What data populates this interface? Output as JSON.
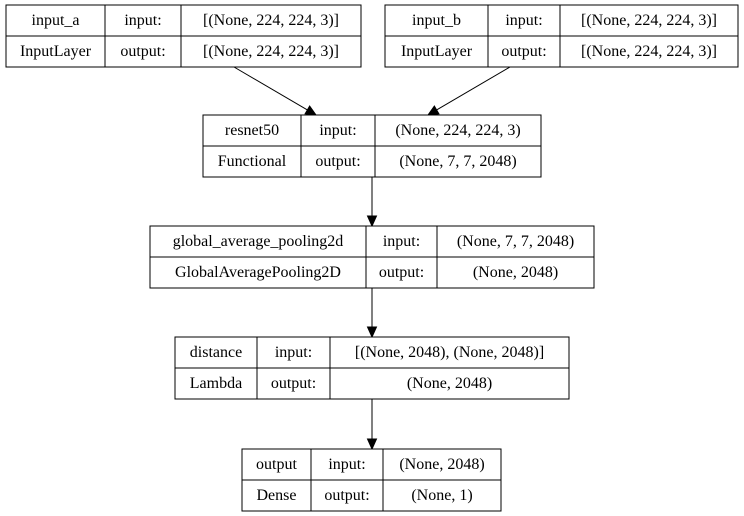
{
  "nodes": [
    {
      "id": "input_a",
      "name": "input_a",
      "type": "InputLayer",
      "input_label": "input:",
      "output_label": "output:",
      "input_shape": "[(None, 224, 224, 3)]",
      "output_shape": "[(None, 224, 224, 3)]"
    },
    {
      "id": "input_b",
      "name": "input_b",
      "type": "InputLayer",
      "input_label": "input:",
      "output_label": "output:",
      "input_shape": "[(None, 224, 224, 3)]",
      "output_shape": "[(None, 224, 224, 3)]"
    },
    {
      "id": "resnet50",
      "name": "resnet50",
      "type": "Functional",
      "input_label": "input:",
      "output_label": "output:",
      "input_shape": "(None, 224, 224, 3)",
      "output_shape": "(None, 7, 7, 2048)"
    },
    {
      "id": "gap",
      "name": "global_average_pooling2d",
      "type": "GlobalAveragePooling2D",
      "input_label": "input:",
      "output_label": "output:",
      "input_shape": "(None, 7, 7, 2048)",
      "output_shape": "(None, 2048)"
    },
    {
      "id": "distance",
      "name": "distance",
      "type": "Lambda",
      "input_label": "input:",
      "output_label": "output:",
      "input_shape": "[(None, 2048), (None, 2048)]",
      "output_shape": "(None, 2048)"
    },
    {
      "id": "output",
      "name": "output",
      "type": "Dense",
      "input_label": "input:",
      "output_label": "output:",
      "input_shape": "(None, 2048)",
      "output_shape": "(None, 1)"
    }
  ],
  "edges": [
    {
      "from": "input_a",
      "to": "resnet50"
    },
    {
      "from": "input_b",
      "to": "resnet50"
    },
    {
      "from": "resnet50",
      "to": "gap"
    },
    {
      "from": "gap",
      "to": "distance"
    },
    {
      "from": "distance",
      "to": "output"
    }
  ]
}
